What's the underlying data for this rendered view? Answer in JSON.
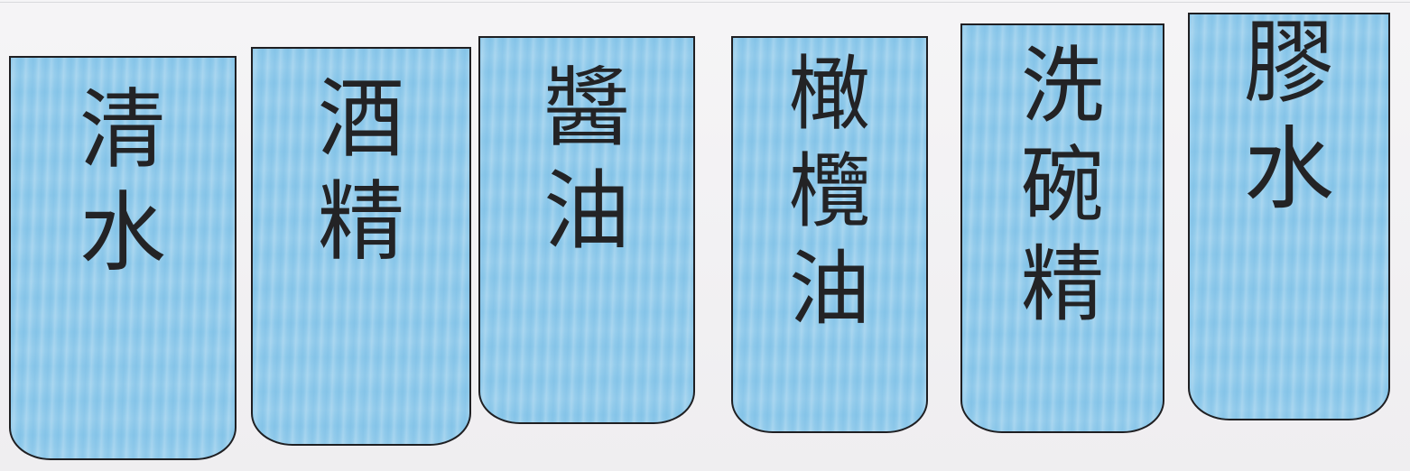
{
  "containers": [
    {
      "label_line1": "清",
      "label_line2": "水",
      "label_line3": ""
    },
    {
      "label_line1": "酒",
      "label_line2": "精",
      "label_line3": ""
    },
    {
      "label_line1": "醬",
      "label_line2": "油",
      "label_line3": ""
    },
    {
      "label_line1": "橄",
      "label_line2": "欖",
      "label_line3": "油"
    },
    {
      "label_line1": "洗",
      "label_line2": "碗",
      "label_line3": "精"
    },
    {
      "label_line1": "膠",
      "label_line2": "水",
      "label_line3": ""
    }
  ],
  "colors": {
    "paper": "#f2f1f3",
    "container_fill": "#8cc8ea",
    "ink": "#232325"
  }
}
